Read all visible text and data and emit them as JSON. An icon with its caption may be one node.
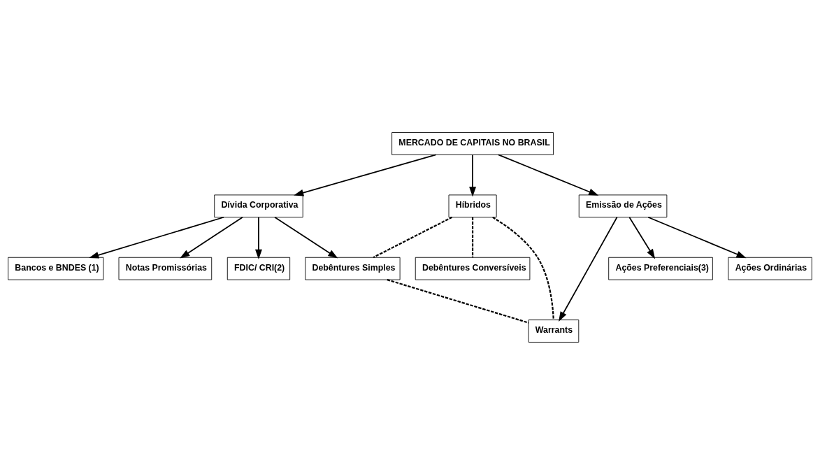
{
  "diagram": {
    "nodes": [
      {
        "text": [
          "MERCADO DE CAPITAIS NO BRASIL"
        ]
      },
      {
        "text": [
          "Dívida Corporativa"
        ]
      },
      {
        "text": [
          "Híbridos"
        ]
      },
      {
        "text": [
          "Emissão de Ações"
        ]
      },
      {
        "text": [
          "Debêntures Conversíveis"
        ]
      },
      {
        "text": [
          "Bancos e BNDES (1)"
        ]
      },
      {
        "text": [
          "Notas Promissórias"
        ]
      },
      {
        "text": [
          "FDIC/ CRI(2)"
        ]
      },
      {
        "text": [
          "Debêntures Simples"
        ]
      },
      {
        "text": [
          "Warrants"
        ]
      },
      {
        "text": [
          "Ações Preferenciais(3)"
        ]
      },
      {
        "text": [
          "Ações Ordinárias"
        ]
      }
    ],
    "edges": [
      {
        "from": 0,
        "to": 1,
        "arrow": "to"
      },
      {
        "from": 0,
        "to": 2,
        "arrow": "to"
      },
      {
        "from": 0,
        "to": 3,
        "arrow": "to"
      },
      {
        "from": 2,
        "to": 8,
        "arrow": "none",
        "style": "dashed"
      },
      {
        "from": 2,
        "to": 4,
        "arrow": "none",
        "style": "dashed"
      },
      {
        "from": 2,
        "to": 9,
        "arrow": "none",
        "style": "dashed"
      },
      {
        "from": 1,
        "to": 5,
        "arrow": "to"
      },
      {
        "from": 1,
        "to": 6,
        "arrow": "to"
      },
      {
        "from": 1,
        "to": 7,
        "arrow": "to"
      },
      {
        "from": 1,
        "to": 8,
        "arrow": "to"
      },
      {
        "from": 3,
        "to": 9,
        "arrow": "to"
      },
      {
        "from": 3,
        "to": 10,
        "arrow": "to"
      },
      {
        "from": 3,
        "to": 11,
        "arrow": "to"
      },
      {
        "from": 8,
        "to": 9,
        "arrow": "none",
        "style": "dashed"
      }
    ]
  }
}
